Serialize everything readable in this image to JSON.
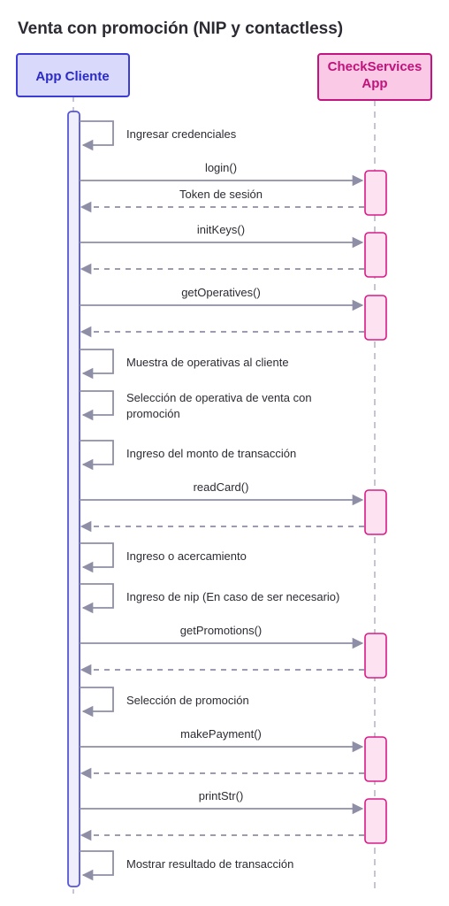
{
  "title": "Venta con promoción (NIP y contactless)",
  "colors": {
    "client_fill": "#d9d9fb",
    "client_stroke": "#3d3dd6",
    "client_text": "#2a2ac9",
    "service_fill": "#f9c9e5",
    "service_stroke": "#c41480",
    "service_text": "#c0137b",
    "activation_client_fill": "#eeeefd",
    "activation_client_stroke": "#5656d6",
    "activation_service_fill": "#fde2f1",
    "activation_service_stroke": "#d81b86",
    "arrow": "#8e8ea6",
    "lifeline": "#b7b7c8"
  },
  "actors": [
    {
      "id": "client",
      "label": "App Cliente"
    },
    {
      "id": "service",
      "label": "CheckServices App"
    }
  ],
  "messages": [
    {
      "kind": "self",
      "text": "Ingresar credenciales"
    },
    {
      "kind": "call",
      "text": "login()"
    },
    {
      "kind": "return",
      "text": "Token de sesión"
    },
    {
      "kind": "call",
      "text": "initKeys()"
    },
    {
      "kind": "return",
      "text": ""
    },
    {
      "kind": "call",
      "text": "getOperatives()"
    },
    {
      "kind": "return",
      "text": ""
    },
    {
      "kind": "self",
      "text": "Muestra de operativas al cliente"
    },
    {
      "kind": "self",
      "text": "Selección de operativa de venta con promoción"
    },
    {
      "kind": "self",
      "text": "Ingreso del monto de transacción"
    },
    {
      "kind": "call",
      "text": "readCard()"
    },
    {
      "kind": "return",
      "text": ""
    },
    {
      "kind": "self",
      "text": "Ingreso o acercamiento"
    },
    {
      "kind": "self",
      "text": "Ingreso de nip (En caso de ser necesario)"
    },
    {
      "kind": "call",
      "text": "getPromotions()"
    },
    {
      "kind": "return",
      "text": ""
    },
    {
      "kind": "self",
      "text": "Selección de promoción"
    },
    {
      "kind": "call",
      "text": "makePayment()"
    },
    {
      "kind": "return",
      "text": ""
    },
    {
      "kind": "call",
      "text": "printStr()"
    },
    {
      "kind": "return",
      "text": ""
    },
    {
      "kind": "self",
      "text": "Mostrar resultado de transacción"
    }
  ]
}
